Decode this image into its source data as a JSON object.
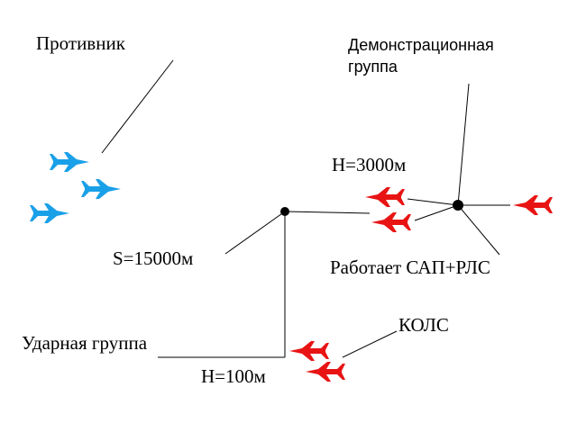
{
  "labels": {
    "enemy": "Противник",
    "demo_group_line1": "Демонстрационная",
    "demo_group_line2": "группа",
    "h3000": "H=3000м",
    "s15000": "S=15000м",
    "works": "Работает САП+РЛС",
    "kols": "КОЛС",
    "strike_group": "Ударная группа",
    "h100": "H=100м"
  },
  "colors": {
    "enemy_aircraft": "#1aa0e8",
    "friendly_aircraft": "#e81414",
    "lines": "#000000",
    "background": "#ffffff"
  },
  "icons": {
    "enemy_aircraft": "jet-icon",
    "friendly_aircraft": "jet-icon",
    "node": "dot-icon"
  }
}
